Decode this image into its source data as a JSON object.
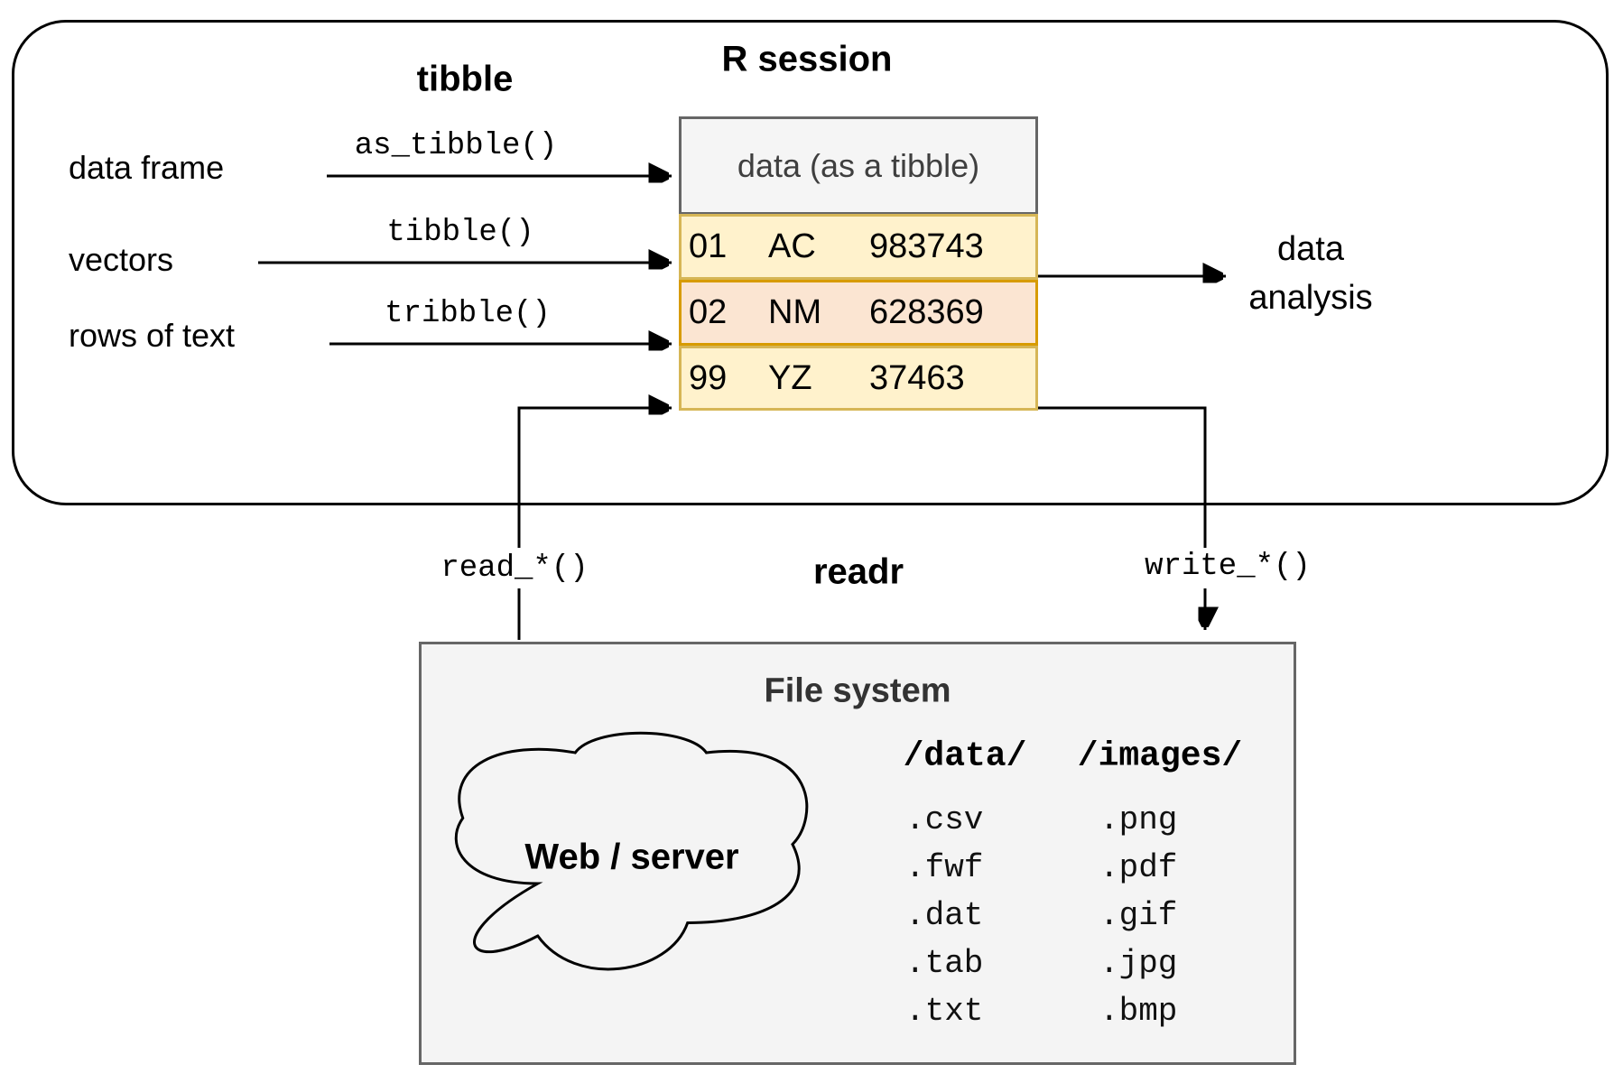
{
  "r_session": {
    "title": "R session"
  },
  "tibble_section": {
    "title": "tibble",
    "sources": [
      {
        "label": "data frame",
        "fn": "as_tibble()"
      },
      {
        "label": "vectors",
        "fn": "tibble()"
      },
      {
        "label": "rows of text",
        "fn": "tribble()"
      }
    ]
  },
  "table": {
    "header": "data (as a tibble)",
    "rows": [
      {
        "id": "01",
        "code": "AC",
        "value": "983743"
      },
      {
        "id": "02",
        "code": "NM",
        "value": "628369"
      },
      {
        "id": "99",
        "code": "YZ",
        "value": "37463"
      }
    ]
  },
  "output": {
    "line1": "data",
    "line2": "analysis"
  },
  "readr_section": {
    "title": "readr",
    "read_fn": "read_*()",
    "write_fn": "write_*()"
  },
  "file_system": {
    "title": "File system",
    "cloud_label": "Web / server",
    "folders": [
      {
        "name": "/data/",
        "extensions": [
          ".csv",
          ".fwf",
          ".dat",
          ".tab",
          ".txt"
        ]
      },
      {
        "name": "/images/",
        "extensions": [
          ".png",
          ".pdf",
          ".gif",
          ".jpg",
          ".bmp"
        ]
      }
    ]
  },
  "colors": {
    "row_yellow": "#fff2cc",
    "row_yellow_border": "#d6b656",
    "row_orange": "#fbe5d2",
    "row_orange_border": "#d79b00",
    "box_gray": "#f5f5f5",
    "box_border": "#666666",
    "cloud_fill": "#dae8fc",
    "cloud_border": "#6c8ebf"
  }
}
